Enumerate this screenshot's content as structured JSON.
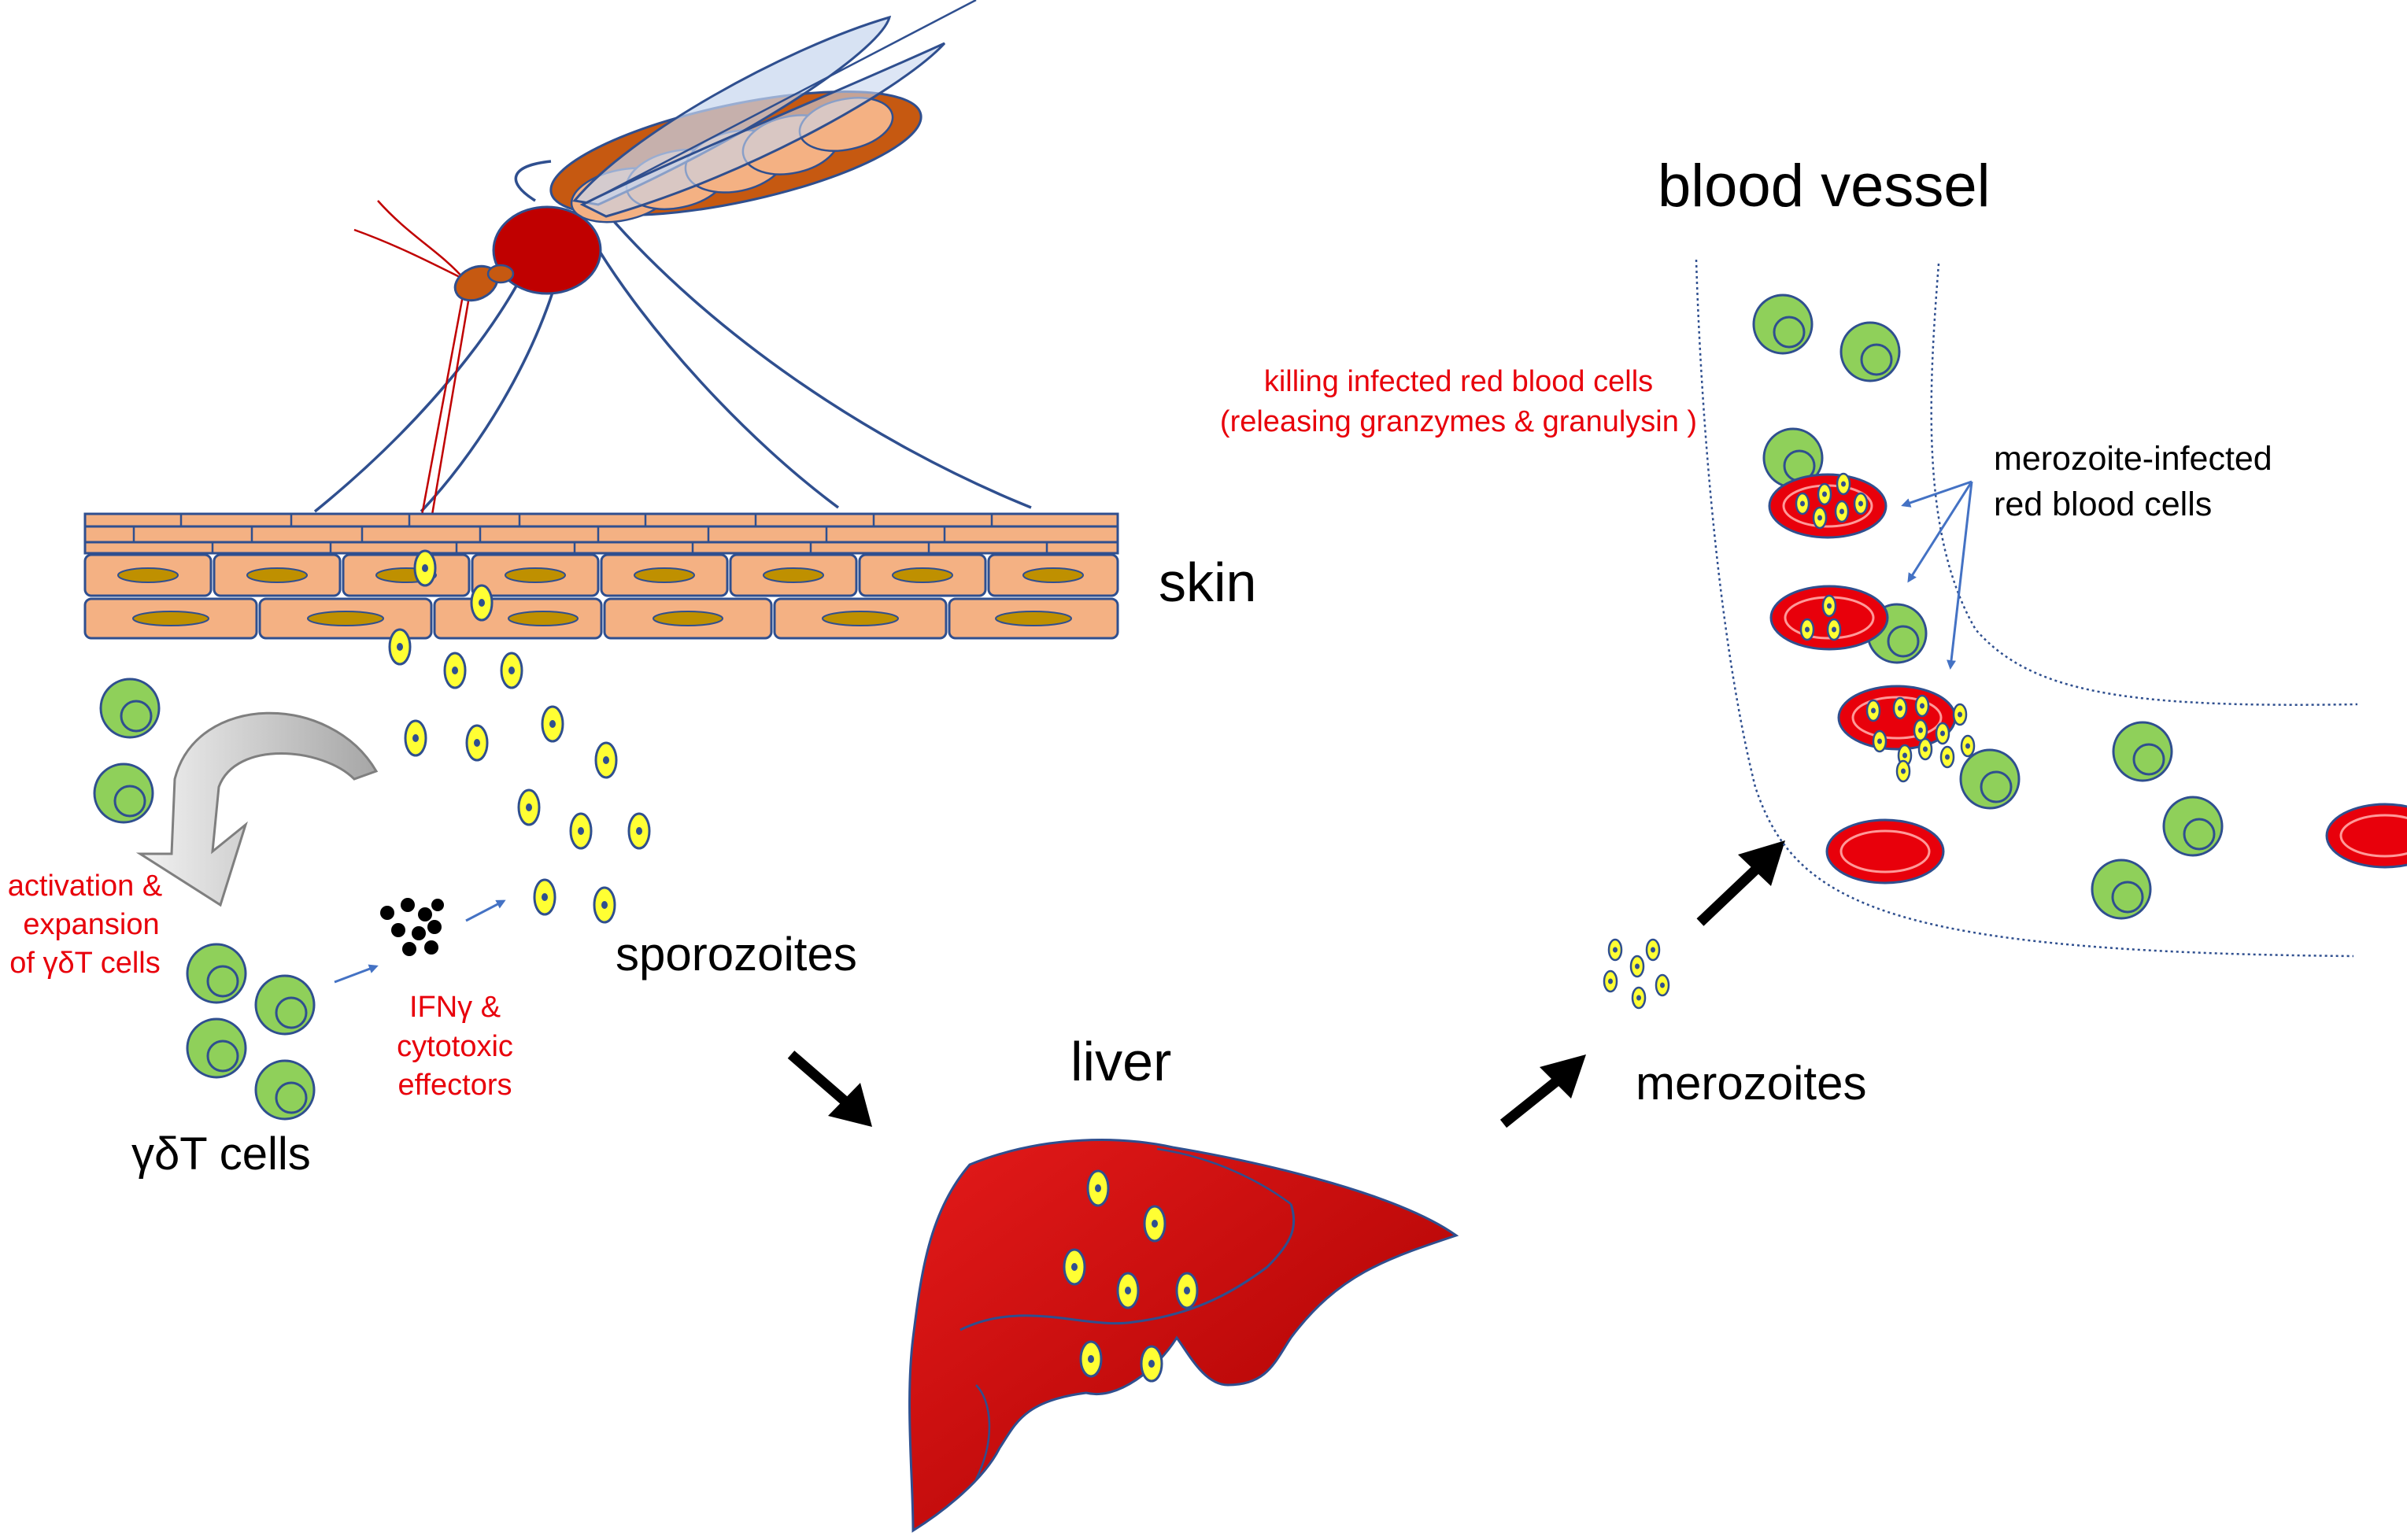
{
  "labels": {
    "skin": "skin",
    "sporozoites": "sporozoites",
    "liver": "liver",
    "merozoites": "merozoites",
    "blood_vessel": "blood vessel",
    "gd_cells": "γδT cells",
    "activation": [
      "activation &",
      "expansion",
      "of γδT cells"
    ],
    "ifn": [
      "IFNγ &",
      "cytotoxic",
      "effectors"
    ],
    "killing": [
      "killing infected red blood cells",
      "(releasing granzymes & granulysin )"
    ],
    "merozoite_infected": [
      "merozoite-infected",
      "red blood cells"
    ]
  },
  "colors": {
    "cell_green": "#8fd05a",
    "outline_blue": "#2f4f8f",
    "parasite_yellow": "#ffff33",
    "rbc_red": "#e8000b",
    "liver_red": "#c00000",
    "skin_tan": "#f4b183",
    "annotation_red": "#e8000b",
    "arrow_blue": "#4472c4"
  }
}
